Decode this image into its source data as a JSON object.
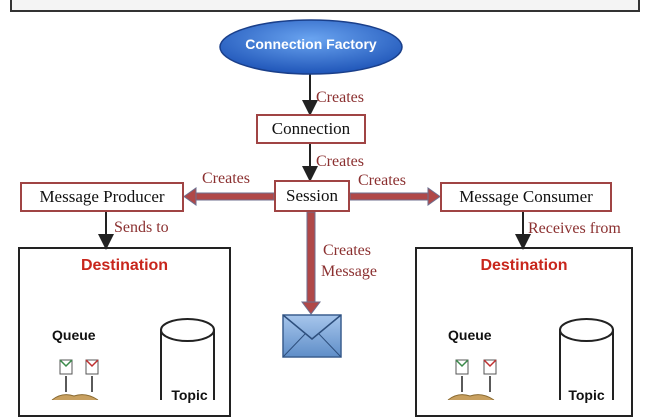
{
  "title": "",
  "nodes": {
    "connection_factory": "Connection Factory",
    "connection": "Connection",
    "session": "Session",
    "producer": "Message Producer",
    "consumer": "Message Consumer"
  },
  "edges": {
    "factory_to_connection": "Creates",
    "connection_to_session": "Creates",
    "session_to_producer": "Creates",
    "session_to_consumer": "Creates",
    "session_to_message_line1": "Creates",
    "session_to_message_line2": "Message",
    "producer_to_destination": "Sends to",
    "consumer_from_destination": "Receives from"
  },
  "destinations": {
    "left": {
      "title": "Destination",
      "queue": "Queue",
      "topic": "Topic"
    },
    "right": {
      "title": "Destination",
      "queue": "Queue",
      "topic": "Topic"
    }
  },
  "colors": {
    "factory_fill": "#2f6fd6",
    "box_border": "#a04444",
    "arrow_red": "#a04444",
    "label_red": "#8b3030",
    "destination_title": "#c8261c",
    "envelope": "#7fa8d8"
  }
}
